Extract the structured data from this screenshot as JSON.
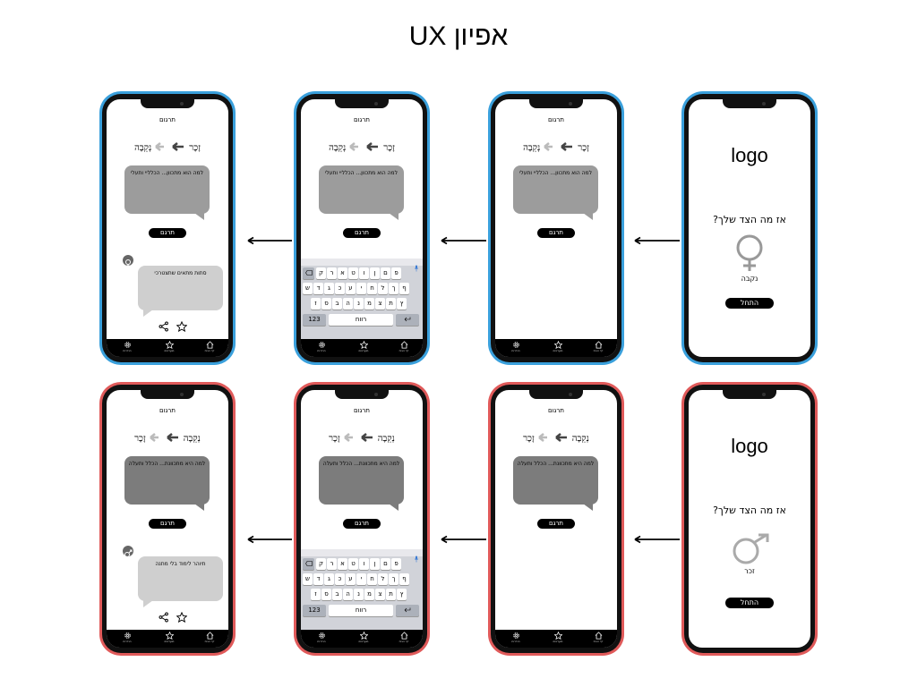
{
  "title": "אפיון UX",
  "colors": {
    "row1_frame": "#3aa0dc",
    "row2_frame": "#e05a5a"
  },
  "screens": {
    "header": "תרגום",
    "translate_button": "תרגם",
    "word_male": "זָכָר",
    "word_female": "נְקֵבָה",
    "row1_input_text": "למה הוא מתכוון... הכלליי ותעלי",
    "row2_input_text": "למה היא מתכוונת... הכלל ותעלה",
    "row1_reply": "סתות מתאים שתצטרכי",
    "row2_reply": "תיוהר לימוד בלי מתנה",
    "tabs": [
      "הגדרות",
      "מועדפים",
      "דף הבית"
    ],
    "tab_icons": [
      "gear-icon",
      "star-icon",
      "home-icon"
    ]
  },
  "welcome": {
    "logo": "logo",
    "question": "אז מה הצד שלך?",
    "female_label": "נקבה",
    "male_label": "זכר",
    "start_button": "התחל"
  },
  "keyboard": {
    "row1": [
      "פ",
      "ם",
      "ן",
      "ו",
      "ט",
      "א",
      "ר",
      "ק"
    ],
    "row2": [
      "ף",
      "ך",
      "ל",
      "ח",
      "י",
      "ע",
      "כ",
      "ג",
      "ד",
      "ש"
    ],
    "row3": [
      "ץ",
      "ת",
      "צ",
      "מ",
      "נ",
      "ה",
      "ב",
      "ס",
      "ז"
    ],
    "numbers": "123",
    "space": "רווח"
  }
}
